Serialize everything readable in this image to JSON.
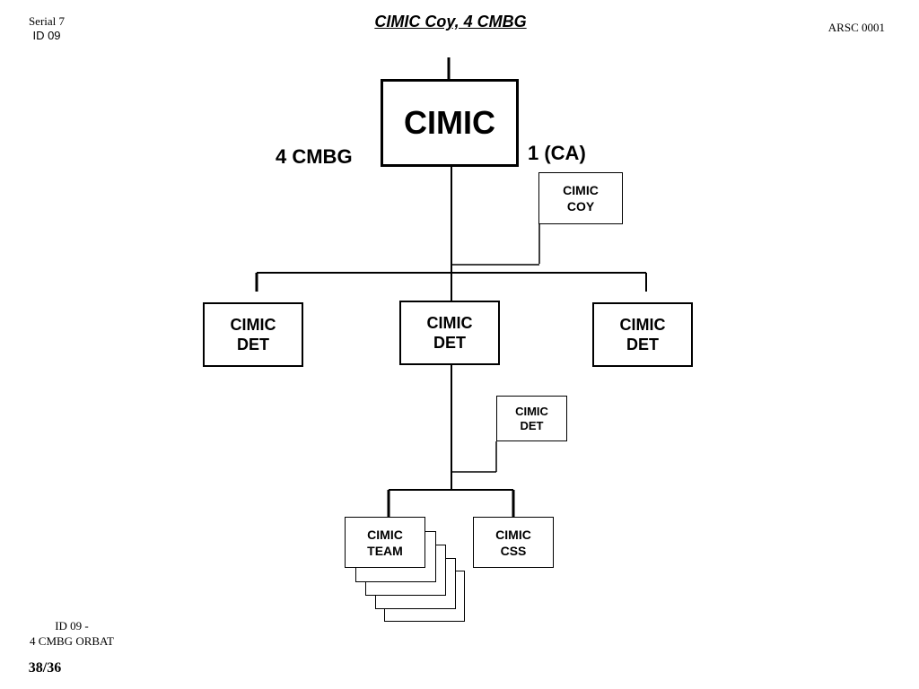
{
  "header": {
    "serial_line1": "Serial 7",
    "serial_line2": "ID 09",
    "title": "CIMIC Coy, 4 CMBG",
    "reference": "ARSC 0001"
  },
  "footer": {
    "id_line1": "ID 09 -",
    "id_line2": "4 CMBG ORBAT",
    "page_number": "38/36"
  },
  "orbat": {
    "main_unit": "CIMIC",
    "left_label": "4 CMBG",
    "right_label": "1 (CA)",
    "attached_coy": {
      "line1": "CIMIC",
      "line2": "COY"
    },
    "detachments": [
      {
        "line1": "CIMIC",
        "line2": "DET"
      },
      {
        "line1": "CIMIC",
        "line2": "DET"
      },
      {
        "line1": "CIMIC",
        "line2": "DET"
      }
    ],
    "attached_det": {
      "line1": "CIMIC",
      "line2": "DET"
    },
    "team": {
      "line1": "CIMIC",
      "line2": "TEAM"
    },
    "css": {
      "line1": "CIMIC",
      "line2": "CSS"
    }
  }
}
